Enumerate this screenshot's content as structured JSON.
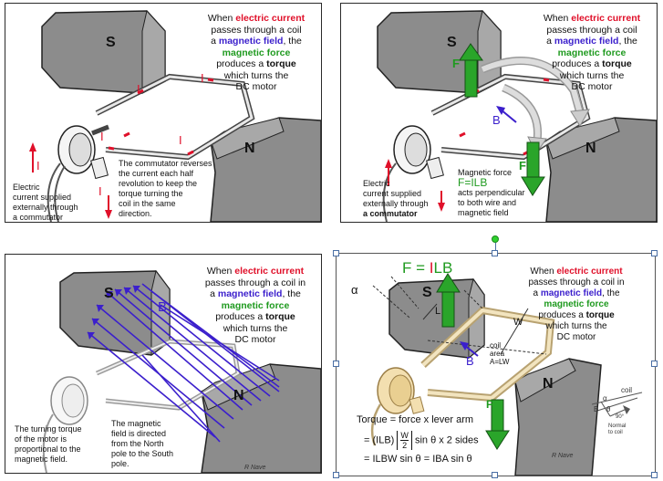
{
  "common": {
    "line1_prefix": "When ",
    "electric_current": "electric current",
    "passes": "passes through a  coil",
    "passes_in": "passes through a  coil in",
    "a": "a ",
    "magnetic_field": "magnetic field",
    "the": ", the",
    "magnetic_force": "magnetic force",
    "produces": "produces a ",
    "torque": "torque",
    "which": "which turns the",
    "dc_motor": "DC motor",
    "pole_s": "S",
    "pole_n": "N",
    "current_label": "I"
  },
  "panel1": {
    "commutator_note": [
      "The commutator reverses",
      "the current each half",
      "revolution to keep the",
      "torque turning the",
      "coil in the same",
      "direction."
    ],
    "supply_note": [
      "Electric",
      "current supplied",
      "externally through",
      "a commutator"
    ]
  },
  "panel2": {
    "force_label": "F",
    "b_label": "B",
    "force_heading": "Magnetic force",
    "formula": "F=ILB",
    "force_note": [
      "acts perpendicular",
      "to both wire and",
      "magnetic field"
    ],
    "supply_note": [
      "Electric",
      "current supplied",
      "externally through"
    ],
    "supply_bold": "a commutator"
  },
  "panel3": {
    "b_label": "B",
    "torque_note": [
      "The turning torque",
      "of the motor is",
      "proportional to the",
      "magnetic field."
    ],
    "field_note": [
      "The magnetic",
      "field is directed",
      "from the  North",
      "pole to the South",
      "pole."
    ],
    "signature": "R Nave"
  },
  "panel4": {
    "f_formula_prefix": "F = ",
    "f_formula_i": "I",
    "f_formula_lb": "LB",
    "alpha": "α",
    "l_label": "L",
    "w_label": "W",
    "b_label": "B",
    "coil_area": [
      "coil",
      "area",
      "A=LW"
    ],
    "f_label": "F",
    "torque_line": "Torque = force  x lever arm",
    "eq1_prefix": "= (ILB)",
    "eq1_num": "W",
    "eq1_den": "2",
    "eq1_suffix": "sin θ  x  2 sides",
    "eq2": "= ILBW sin θ = IBA sin θ",
    "inset_coil": "coil",
    "inset_alpha": "α",
    "inset_b": "B",
    "inset_theta": "θ",
    "inset_90": "90°",
    "inset_normal": [
      "Normal",
      "to coil"
    ],
    "signature": "R Nave"
  },
  "colors": {
    "current_red": "#e0102a",
    "field_blue": "#3b1fcc",
    "force_green": "#1f9a1f",
    "pole_gray": "#8c8c8c"
  }
}
